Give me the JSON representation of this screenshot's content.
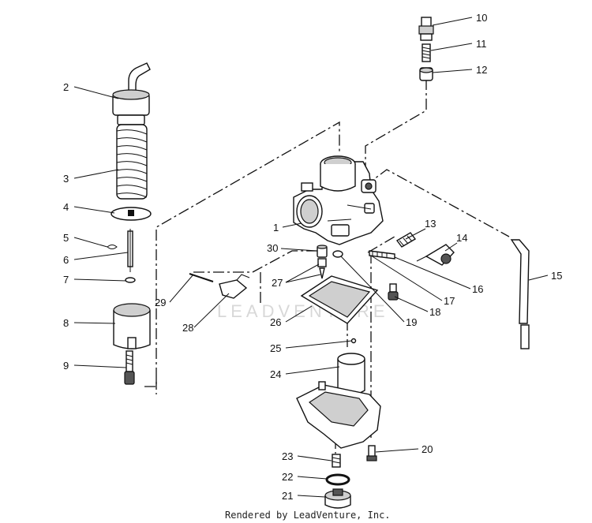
{
  "diagram": {
    "callouts": {
      "c1": "1",
      "c2": "2",
      "c3": "3",
      "c4": "4",
      "c5": "5",
      "c6": "6",
      "c7": "7",
      "c8": "8",
      "c9": "9",
      "c10": "10",
      "c11": "11",
      "c12": "12",
      "c13": "13",
      "c14": "14",
      "c15": "15",
      "c16": "16",
      "c17": "17",
      "c18": "18",
      "c19": "19",
      "c20": "20",
      "c21": "21",
      "c22": "22",
      "c23": "23",
      "c24": "24",
      "c25": "25",
      "c26": "26",
      "c27": "27",
      "c28": "28",
      "c29": "29",
      "c30": "30"
    },
    "watermark": "LEADVENTURE",
    "footer": "Rendered by LeadVenture, Inc."
  }
}
